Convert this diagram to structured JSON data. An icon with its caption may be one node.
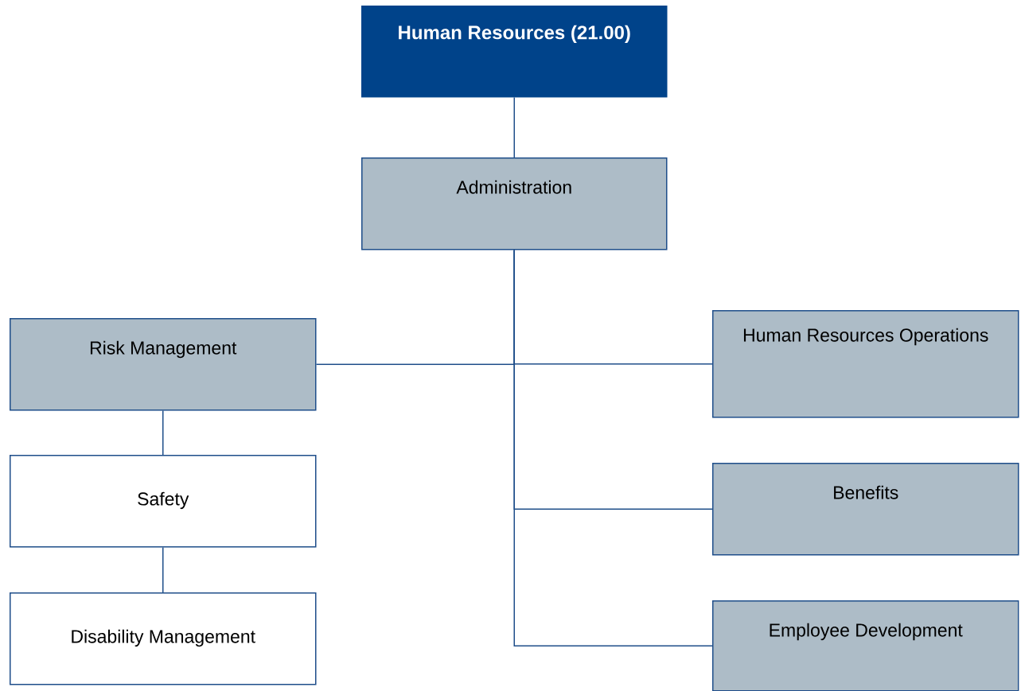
{
  "diagram": {
    "nodes": [
      {
        "text": [
          "Human Resources (21.00)"
        ]
      },
      {
        "text": [
          "Administration"
        ]
      },
      {
        "text": [
          "Risk Management"
        ]
      },
      {
        "text": [
          "Human Resources Operations"
        ]
      },
      {
        "text": [
          "Safety"
        ]
      },
      {
        "text": [
          "Disability Management"
        ]
      },
      {
        "text": [
          "Benefits"
        ]
      },
      {
        "text": [
          "Employee Development"
        ]
      }
    ],
    "edges": [
      {
        "from": 0,
        "to": 1,
        "arrow": "none"
      },
      {
        "from": 1,
        "to": 2,
        "arrow": "none"
      },
      {
        "from": 1,
        "to": 3,
        "arrow": "none"
      },
      {
        "from": 1,
        "to": 6,
        "arrow": "none"
      },
      {
        "from": 1,
        "to": 7,
        "arrow": "none"
      },
      {
        "from": 2,
        "to": 4,
        "arrow": "none"
      },
      {
        "from": 4,
        "to": 5,
        "arrow": "none"
      }
    ]
  }
}
